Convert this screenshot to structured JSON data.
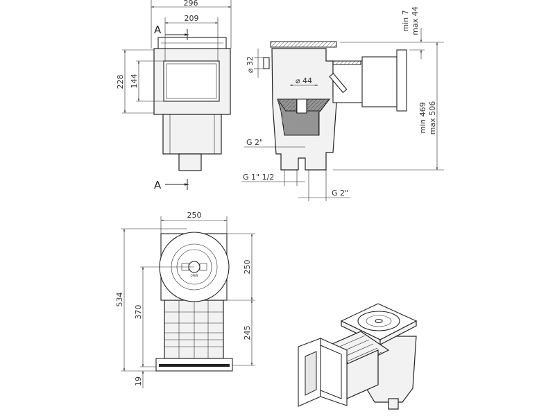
{
  "front_view": {
    "overall_width": "296",
    "opening_width": "209",
    "section_marker_top": "A",
    "section_marker_bottom": "A",
    "overall_height": "228",
    "opening_height": "144"
  },
  "side_view": {
    "inlet_diameter": "⌀ 32",
    "basket_diameter": "⌀ 44",
    "thread_upper": "G 2\"",
    "thread_lower_left": "G 1\" 1/2",
    "thread_lower_right": "G 2\"",
    "adjust_min": "min 7",
    "adjust_max": "max 44",
    "height_min": "min 469",
    "height_max": "max 506"
  },
  "top_view": {
    "lid_width": "250",
    "lid_height": "250",
    "overall_height": "534",
    "center_height": "370",
    "body_height": "245",
    "base_height": "19",
    "lid_label": "OPEN"
  }
}
